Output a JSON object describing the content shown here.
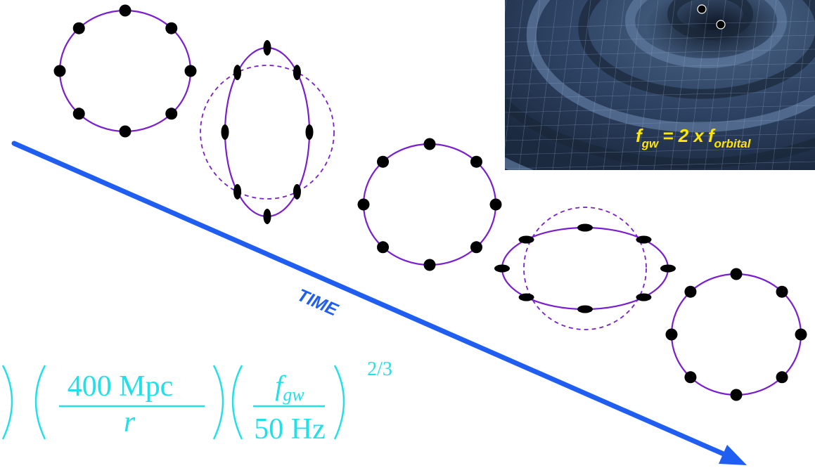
{
  "time_label": "TIME",
  "colors": {
    "ring": "#7a1fd0",
    "dot": "#000000",
    "arrow": "#1f5ef0",
    "equation": "#22e0e8",
    "inset_text": "#ffe600",
    "inset_bg": "#2a3c58"
  },
  "inset": {
    "lhs_f": "f",
    "lhs_sub": "gw",
    "equals": "= 2 x",
    "rhs_f": "f",
    "rhs_sub": "orbital"
  },
  "equation": {
    "factor1_numerator": "400 Mpc",
    "factor1_denominator": "r",
    "factor2_numerator_f": "f",
    "factor2_numerator_sub": "gw",
    "factor2_denominator": "50 Hz",
    "exponent": "2/3"
  },
  "rings": [
    {
      "state": "circle"
    },
    {
      "state": "stretched-vertical"
    },
    {
      "state": "circle"
    },
    {
      "state": "stretched-horizontal"
    },
    {
      "state": "circle"
    }
  ]
}
